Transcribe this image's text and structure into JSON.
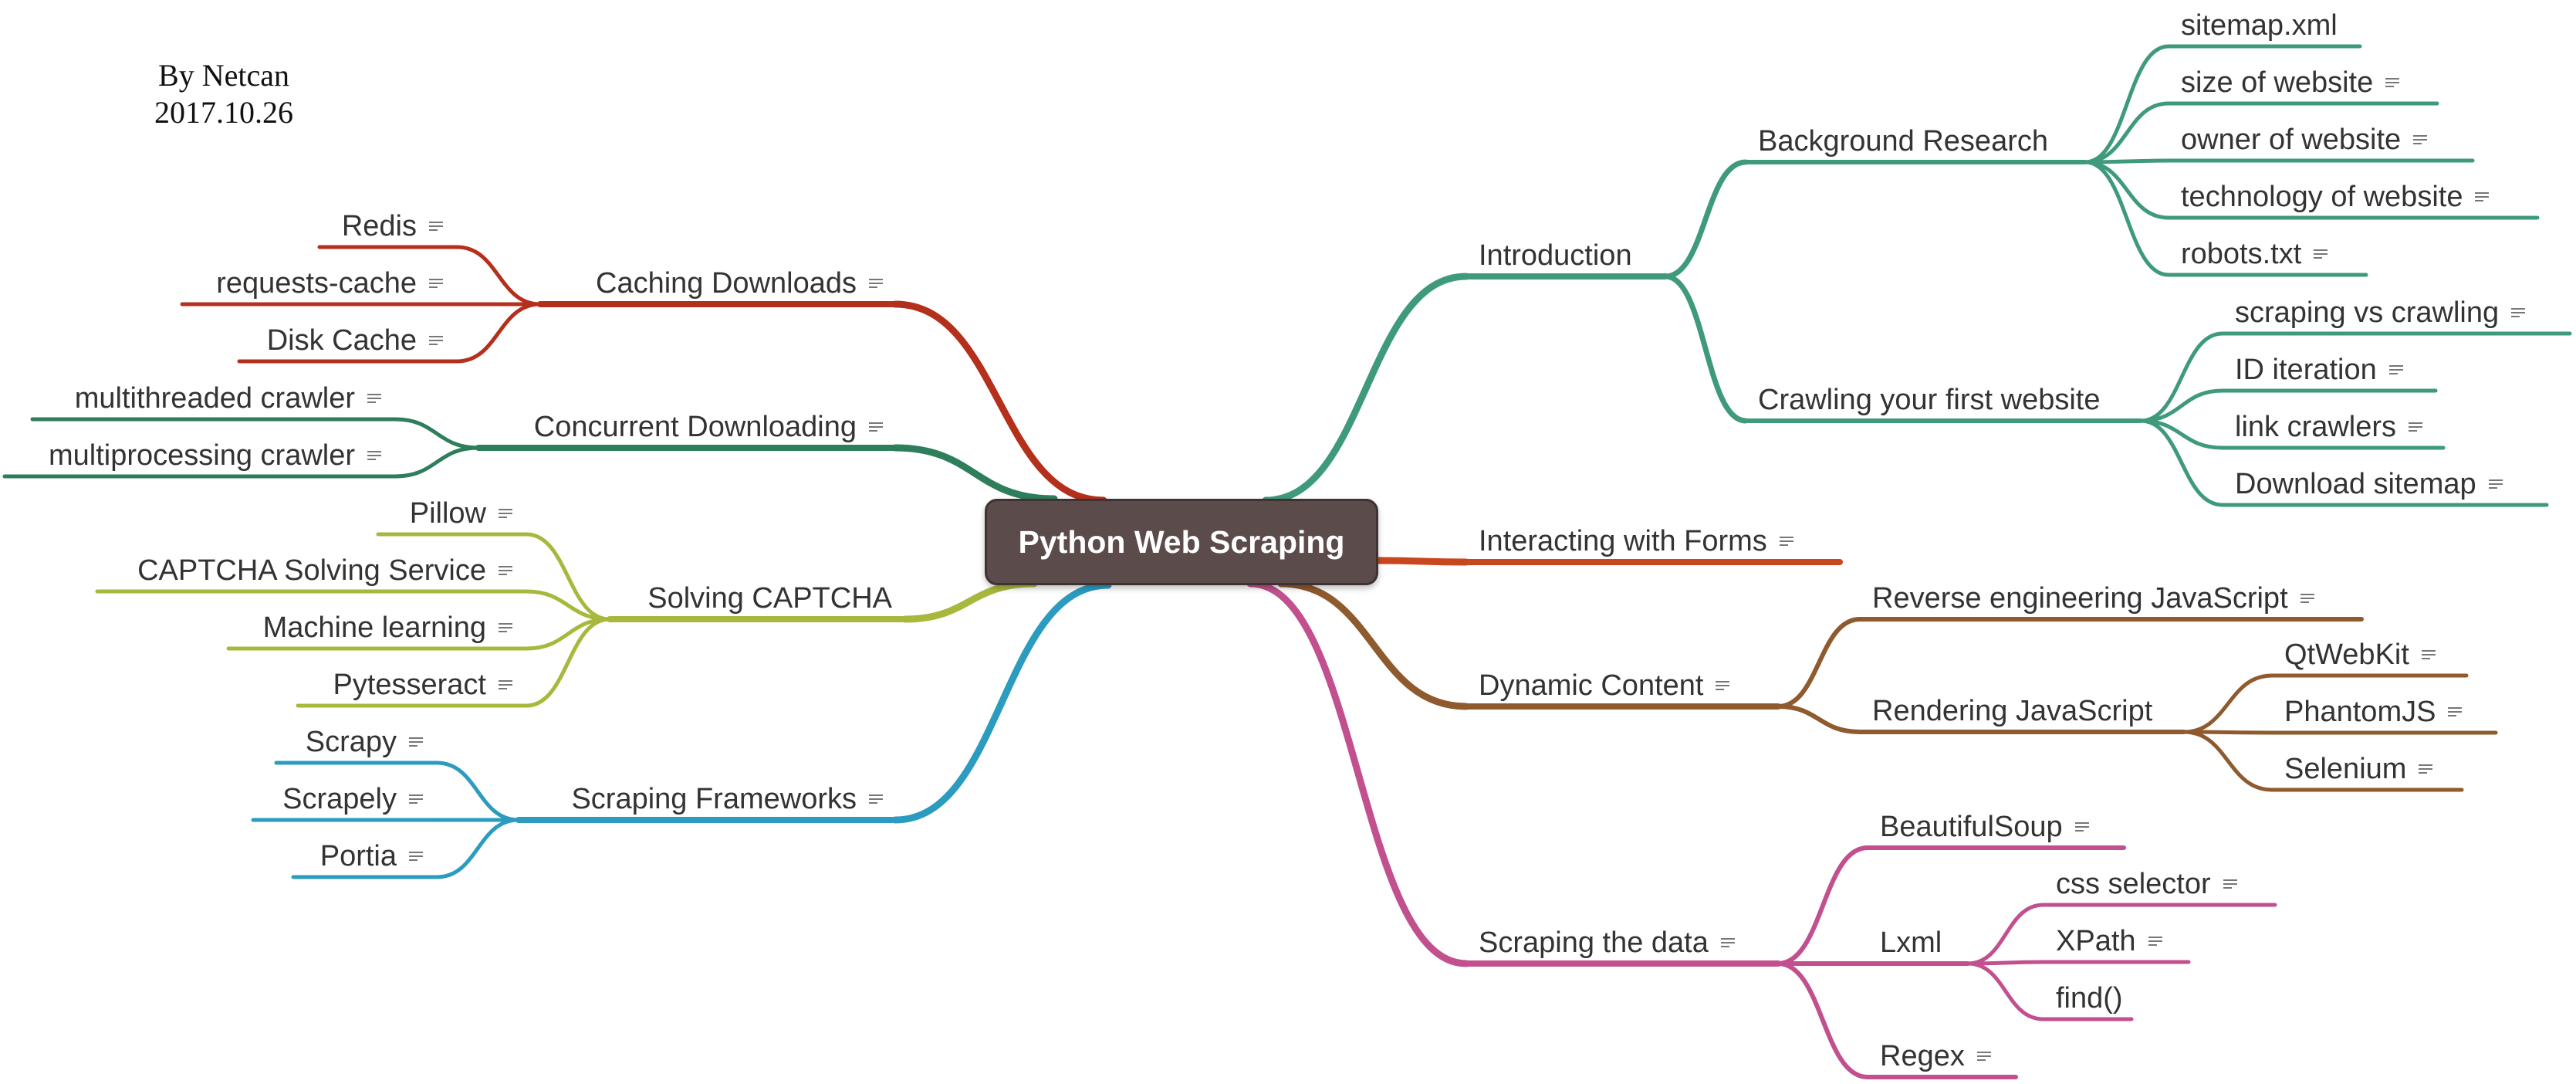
{
  "author": {
    "line1": "By Netcan",
    "line2": "2017.10.26"
  },
  "root": {
    "label": "Python Web Scraping"
  },
  "colors": {
    "teal": "#3f9a7d",
    "orange": "#c9471e",
    "brown": "#8e5a2e",
    "pink": "#c2508f",
    "red": "#b5301c",
    "green": "#2e7d5b",
    "olive": "#a8b83c",
    "blue": "#2b9cbf"
  },
  "icons": {
    "note": "note-icon"
  },
  "branches": {
    "introduction": {
      "label": "Introduction",
      "background": {
        "label": "Background Research",
        "items": [
          "sitemap.xml",
          "size of website",
          "owner of website",
          "technology of website",
          "robots.txt"
        ]
      },
      "crawling": {
        "label": "Crawling your first website",
        "items": [
          "scraping vs crawling",
          "ID iteration",
          "link crawlers",
          "Download sitemap"
        ]
      }
    },
    "forms": {
      "label": "Interacting with Forms"
    },
    "dynamic": {
      "label": "Dynamic Content",
      "reverse": "Reverse engineering JavaScript",
      "rendering": {
        "label": "Rendering JavaScript",
        "items": [
          "QtWebKit",
          "PhantomJS",
          "Selenium"
        ]
      }
    },
    "scraping": {
      "label": "Scraping the data",
      "beautifulsoup": "BeautifulSoup",
      "lxml": {
        "label": "Lxml",
        "items": [
          "css selector",
          "XPath",
          "find()"
        ]
      },
      "regex": "Regex"
    },
    "caching": {
      "label": "Caching Downloads",
      "items": [
        "Redis",
        "requests-cache",
        "Disk Cache"
      ]
    },
    "concurrent": {
      "label": "Concurrent Downloading",
      "items": [
        "multithreaded crawler",
        "multiprocessing crawler"
      ]
    },
    "captcha": {
      "label": "Solving CAPTCHA",
      "items": [
        "Pillow",
        "CAPTCHA Solving Service",
        "Machine learning",
        "Pytesseract"
      ]
    },
    "frameworks": {
      "label": "Scraping Frameworks",
      "items": [
        "Scrapy",
        "Scrapely",
        "Portia"
      ]
    }
  }
}
